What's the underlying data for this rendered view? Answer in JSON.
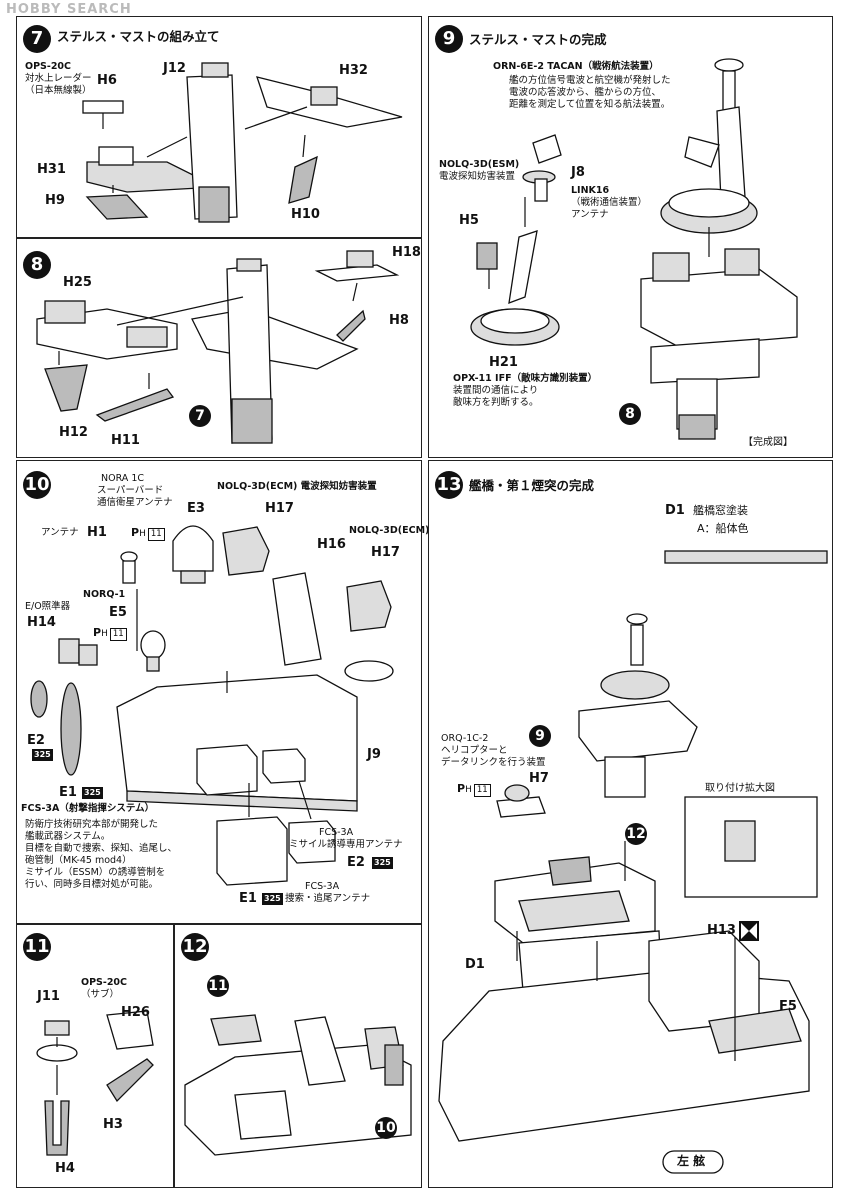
{
  "watermark": "HOBBY SEARCH",
  "step7": {
    "num": "7",
    "title": "ステルス・マストの組み立て",
    "note_ops": [
      "OPS-20C",
      "対水上レーダー",
      "（日本無線製）"
    ],
    "parts": {
      "h6": "H6",
      "j12": "J12",
      "h32": "H32",
      "h31": "H31",
      "h9": "H9",
      "h10": "H10"
    }
  },
  "step8": {
    "num": "8",
    "title": "",
    "parts": {
      "h25": "H25",
      "h18": "H18",
      "h8": "H8",
      "h12": "H12",
      "h11": "H11"
    },
    "ref": "7"
  },
  "step9": {
    "num": "9",
    "title": "ステルス・マストの完成",
    "note_tacan": [
      "ORN-6E-2 TACAN（戦術航法装置）",
      "艦の方位信号電波と航空機が発射した",
      "電波の応答波から、艦からの方位、",
      "距離を測定して位置を知る航法装置。"
    ],
    "note_esm": [
      "NOLQ-3D(ESM)",
      "電波探知妨害装置"
    ],
    "note_link": [
      "LINK16",
      "（戦術通信装置）",
      "アンテナ"
    ],
    "note_iff": [
      "OPX-11 IFF（敵味方識別装置）",
      "装置間の通信により",
      "敵味方を判断する。"
    ],
    "parts": {
      "j8": "J8",
      "h5": "H5",
      "h21": "H21"
    },
    "ref": "8",
    "complete": "【完成図】"
  },
  "step10": {
    "num": "10",
    "note_nora": [
      "NORA 1C",
      "スーパーバード",
      "通信衛星アンテナ"
    ],
    "note_nolq_top": "NOLQ-3D(ECM) 電波探知妨害装置",
    "note_nolq_right": "NOLQ-3D(ECM)",
    "antenna": "アンテナ",
    "norq": "NORQ-1",
    "eo": "E/O照準器",
    "ph_label": "P",
    "ph_sub": "H",
    "ph_num": "11",
    "badge": "325",
    "parts": {
      "h1": "H1",
      "e3": "E3",
      "h17a": "H17",
      "h16": "H16",
      "h17b": "H17",
      "e5": "E5",
      "h14": "H14",
      "e2": "E2",
      "e1": "E1",
      "j9": "J9",
      "e2b": "E2",
      "e1b": "E1"
    },
    "note_fcs": [
      "FCS-3A（射撃指揮システム）",
      "防衛庁技術研究本部が開発した",
      "艦載武器システム。",
      "目標を自動で捜索、探知、追尾し、",
      "砲管制（MK-45 mod4）",
      "ミサイル（ESSM）の誘導管制を",
      "行い、同時多目標対処が可能。"
    ],
    "note_missile": [
      "FCS-3A",
      "ミサイル誘導専用アンテナ"
    ],
    "note_search": [
      "FCS-3A",
      "捜索・追尾アンテナ"
    ]
  },
  "step11": {
    "num": "11",
    "note": [
      "OPS-20C",
      "（サブ）"
    ],
    "parts": {
      "j11": "J11",
      "h26": "H26",
      "h4": "H4",
      "h3": "H3"
    }
  },
  "step12": {
    "num": "12",
    "refs": {
      "r11": "11",
      "r10": "10"
    }
  },
  "step13": {
    "num": "13",
    "title": "艦橋・第１煙突の完成",
    "d1_title": "D1",
    "d1_desc": "艦橋窓塗装",
    "d1_color": "A：船体色",
    "note_orq": [
      "ORQ-1C-2",
      "ヘリコプターと",
      "データリンクを行う装置"
    ],
    "detail": "取り付け拡大図",
    "parts": {
      "h7": "H7",
      "h13": "H13",
      "d1": "D1",
      "f5": "F5"
    },
    "refs": {
      "r9": "9",
      "r12": "12"
    },
    "side": "左 舷"
  }
}
